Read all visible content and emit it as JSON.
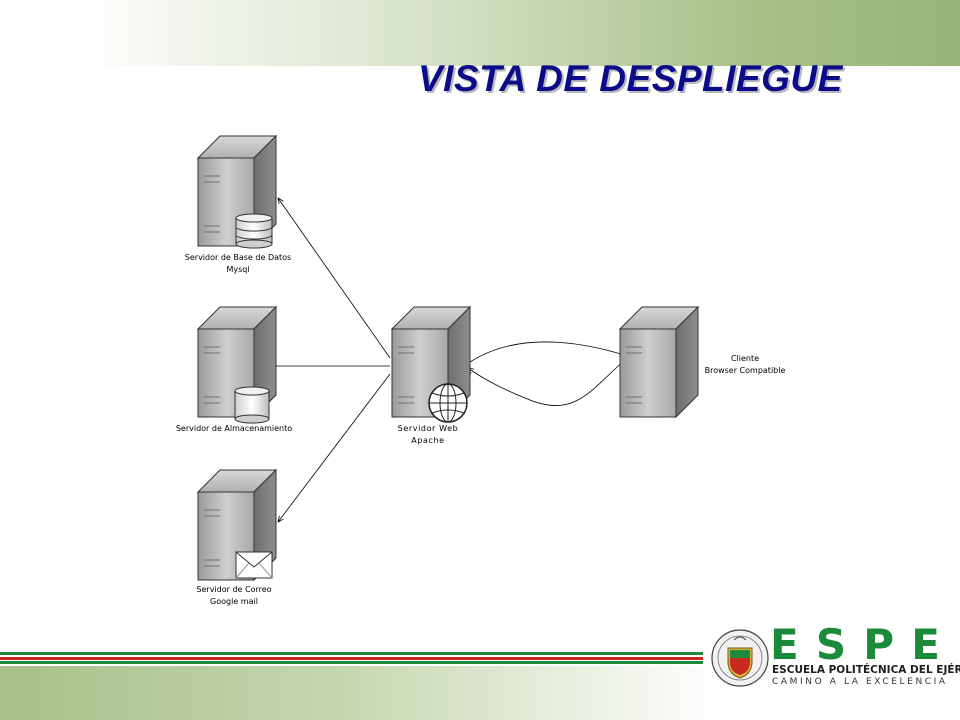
{
  "slide": {
    "title": "VISTA DE DESPLIEGUE",
    "colors": {
      "title": "#0c0c8a",
      "accent_green": "#1b8a3a",
      "accent_red": "#c8281e",
      "band_green": "#98b678"
    }
  },
  "diagram": {
    "nodes": {
      "db_server": {
        "line1": "Servidor de Base de Datos",
        "line2": "Mysql",
        "icon": "database-icon"
      },
      "storage_server": {
        "line1": "Servidor de Almacenamiento",
        "icon": "disk-icon"
      },
      "mail_server": {
        "line1": "Servidor de Correo",
        "line2": "Google mail",
        "icon": "envelope-icon"
      },
      "web_server": {
        "line1": "Servidor Web",
        "line2": "Apache",
        "icon": "globe-icon"
      },
      "client": {
        "line1": "Cliente",
        "line2": "Browser Compatible"
      }
    },
    "connections": [
      {
        "from": "web_server",
        "to": "db_server"
      },
      {
        "from": "web_server",
        "to": "storage_server"
      },
      {
        "from": "web_server",
        "to": "mail_server"
      },
      {
        "from": "web_server",
        "to": "client",
        "style": "curved",
        "bidirectional": true
      }
    ]
  },
  "logo": {
    "letters": [
      "E",
      "S",
      "P",
      "E"
    ],
    "name": "ESCUELA POLITÉCNICA DEL EJÉRCITO",
    "motto": "CAMINO A LA EXCELENCIA"
  }
}
